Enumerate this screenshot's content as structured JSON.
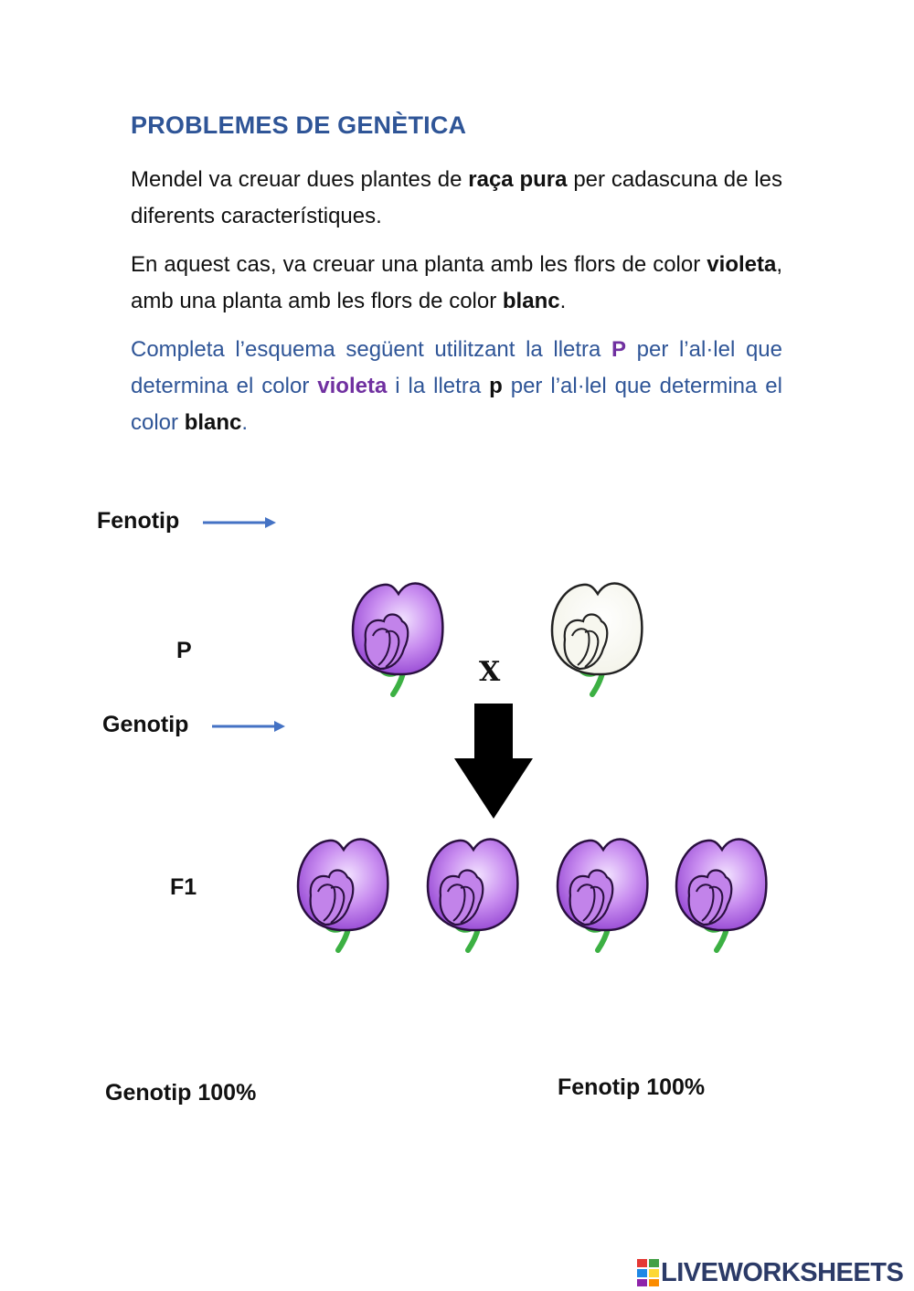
{
  "title": "PROBLEMES DE GENÈTICA",
  "paragraph1": {
    "t1": "Mendel va creuar dues plantes de ",
    "b1": "raça pura",
    "t2": " per cadascuna de les diferents característiques."
  },
  "paragraph2": {
    "t1": "En aquest cas, va creuar una planta amb les flors de color ",
    "b1": "violeta",
    "t2": ", amb una planta amb les flors de color ",
    "b2": "blanc",
    "t3": "."
  },
  "paragraph3": {
    "t1": "Completa l’esquema següent utilitzant la lletra ",
    "b1": "P",
    "t2": " per l’al·lel que determina el color ",
    "b2": "violeta",
    "t3": " i la lletra ",
    "b3": "p",
    "t4": " per l’al·lel que determina el color ",
    "b4": "blanc",
    "t5": "."
  },
  "diagram": {
    "fenotip_label": "Fenotip",
    "p_label": "P",
    "genotip_label": "Genotip",
    "cross_symbol": "X",
    "f1_label": "F1",
    "genotip_result": "Genotip 100%",
    "fenotip_result": "Fenotip 100%"
  },
  "colors": {
    "title": "#2f5597",
    "instruction": "#2f5597",
    "highlight_violet": "#7030a0",
    "flower_violet": "#b06ee0",
    "flower_white": "#ffffff",
    "stem": "#3cb043",
    "arrow_blue": "#4472c4"
  },
  "footer": {
    "logo_text": "LIVEWORKSHEETS"
  }
}
